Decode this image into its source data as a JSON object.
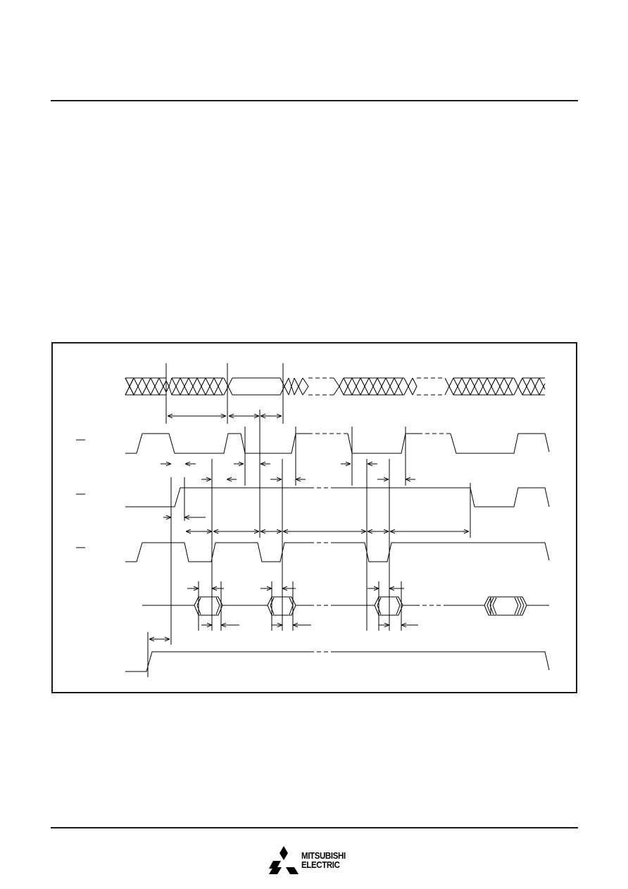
{
  "diagram": {
    "kind": "timing-diagram",
    "signals": [
      {
        "id": "address-bus",
        "label": ""
      },
      {
        "id": "signal-1",
        "label": ""
      },
      {
        "id": "signal-2",
        "label": ""
      },
      {
        "id": "signal-3",
        "label": ""
      },
      {
        "id": "data-bus",
        "label": ""
      },
      {
        "id": "signal-5",
        "label": ""
      }
    ]
  },
  "footer": {
    "brand_line1": "MITSUBISHI",
    "brand_line2": "ELECTRIC",
    "logo_icon": "three-diamonds-icon"
  }
}
